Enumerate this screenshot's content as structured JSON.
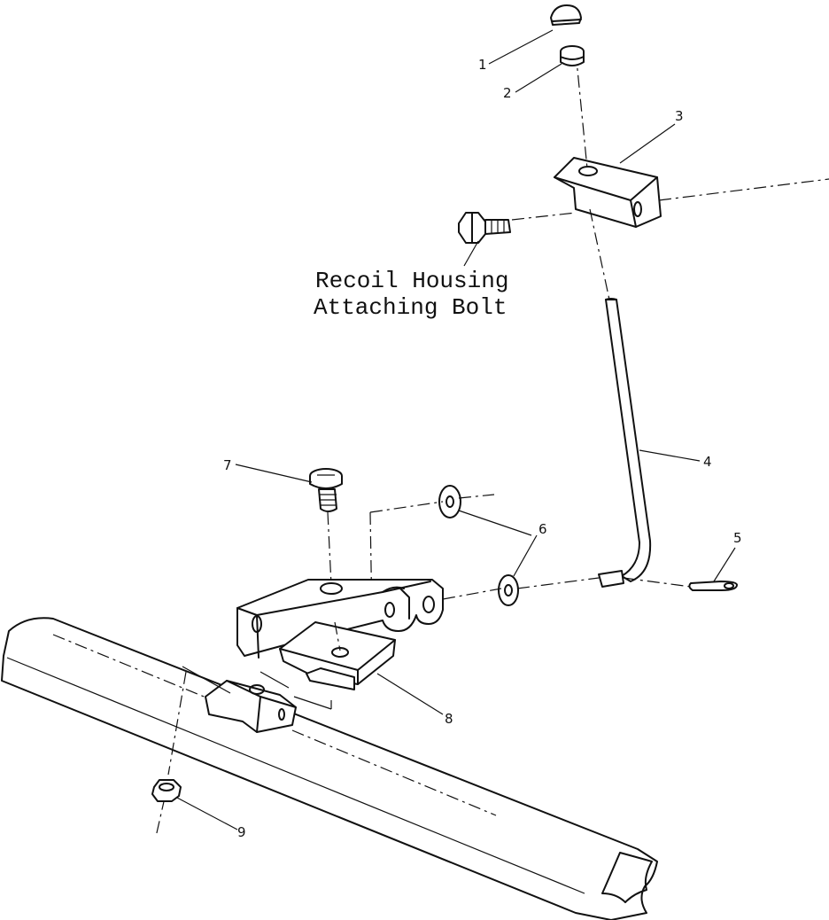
{
  "callouts": {
    "c1": "1",
    "c2": "2",
    "c3": "3",
    "c4": "4",
    "c5": "5",
    "c6": "6",
    "c7": "7",
    "c8": "8",
    "c9": "9"
  },
  "caption": {
    "line1": "Recoil Housing",
    "line2": "Attaching Bolt"
  }
}
